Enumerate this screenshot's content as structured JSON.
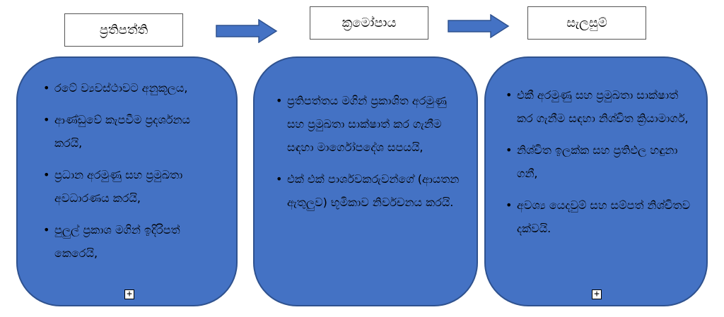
{
  "colors": {
    "panel_fill": "#4472c4",
    "panel_border": "#2f528f",
    "arrow_fill": "#4472c4"
  },
  "bullet_glyph": "•",
  "headers": [
    {
      "label": "ප්‍රතිපත්ති"
    },
    {
      "label": "ක්‍රමෝපාය"
    },
    {
      "label": "සැලසුම්"
    }
  ],
  "panels": [
    {
      "items": [
        "රටේ ව්‍යවස්ථාවට අනුකූලය,",
        "ආණ්ඩුවේ කැපවීම ප්‍රදර්ශනය කරයි,",
        "ප්‍රධාන අරමුණු සහ ප්‍රමුඛතා අවධාරණය කරයි,",
        "පුලුල් ප්‍රකාශ මගින් ඉදිරිපත් කෙරෙයි,"
      ],
      "expand_symbol": "+"
    },
    {
      "items": [
        "ප්‍රතිපත්තය මගින් ප්‍රකාශිත අරමුණු සහ ප්‍රමුඛතා සාක්ෂාත් කර ගැනීම සඳහා මාර්ගෝපදේශ සපයයි,",
        "එක් එක් පාර්ශවකරුවන්ගේ (ආයතන ඇතුලුව) භූමිකාව නිර්වචනය කරයි."
      ]
    },
    {
      "items": [
        "එකී අරමුණු සහ ප්‍රමුඛතා සාක්ෂාත් කර ගැනීම සඳහා නිශ්චිත ක්‍රියාමාර්ග,",
        "නිශ්චිත ඉලක්ක සහ ප්‍රතිඵල හඳුනා ගනී,",
        "අවශ්‍ය යෙදවුම් සහ සම්පත් නිශ්චිතව දක්වයි."
      ],
      "expand_symbol": "+"
    }
  ]
}
